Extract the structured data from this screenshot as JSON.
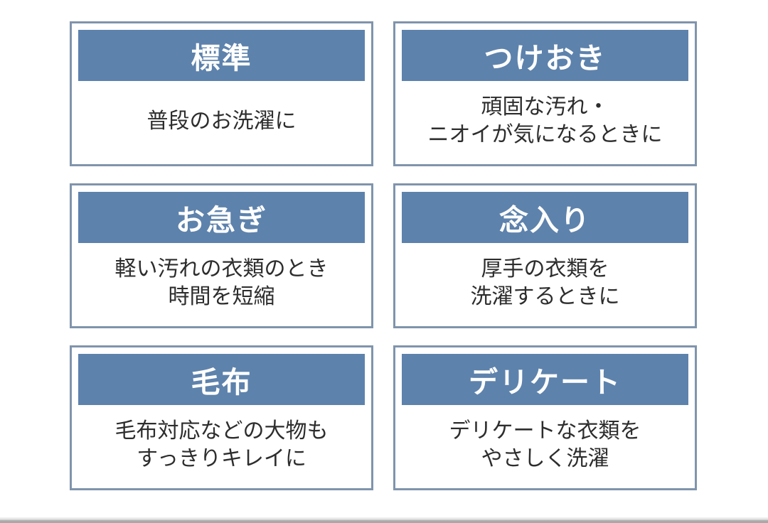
{
  "page": {
    "background": "#ffffff",
    "bottom_bar_color": "#ababab"
  },
  "colors": {
    "card_border": "#8094ac",
    "header_background": "#5d82ac",
    "header_text": "#ffffff",
    "body_text": "#2d2d2d"
  },
  "cards": [
    {
      "title": "標準",
      "description": "普段のお洗濯に"
    },
    {
      "title": "つけおき",
      "description": "頑固な汚れ・\nニオイが気になるときに"
    },
    {
      "title": "お急ぎ",
      "description": "軽い汚れの衣類のとき\n時間を短縮"
    },
    {
      "title": "念入り",
      "description": "厚手の衣類を\n洗濯するときに"
    },
    {
      "title": "毛布",
      "description": "毛布対応などの大物も\nすっきりキレイに"
    },
    {
      "title": "デリケート",
      "description": "デリケートな衣類を\nやさしく洗濯"
    }
  ]
}
